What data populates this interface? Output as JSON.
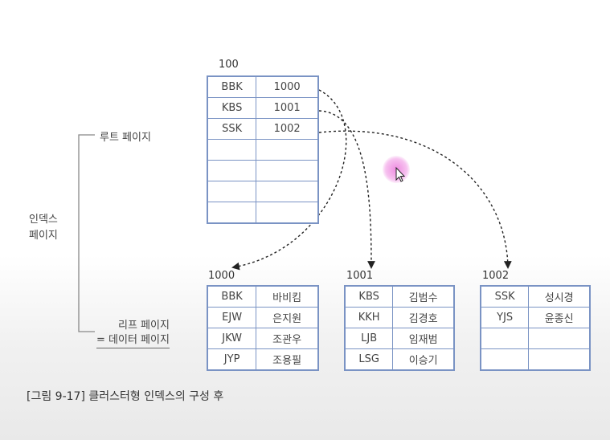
{
  "labels": {
    "root_page": "루트 페이지",
    "index_page": "인덱스\n페이지",
    "leaf_page_line1": "리프 페이지",
    "leaf_page_line2": "= 데이터 페이지",
    "caption": "[그림 9-17] 클러스터형 인덱스의 구성 후"
  },
  "root": {
    "id": "100",
    "rows": [
      [
        "BBK",
        "1000"
      ],
      [
        "KBS",
        "1001"
      ],
      [
        "SSK",
        "1002"
      ],
      [
        "",
        ""
      ],
      [
        "",
        ""
      ],
      [
        "",
        ""
      ],
      [
        "",
        ""
      ]
    ]
  },
  "leaves": [
    {
      "id": "1000",
      "rows": [
        [
          "BBK",
          "바비킴"
        ],
        [
          "EJW",
          "은지원"
        ],
        [
          "JKW",
          "조관우"
        ],
        [
          "JYP",
          "조용필"
        ]
      ]
    },
    {
      "id": "1001",
      "rows": [
        [
          "KBS",
          "김범수"
        ],
        [
          "KKH",
          "김경호"
        ],
        [
          "LJB",
          "임재범"
        ],
        [
          "LSG",
          "이승기"
        ]
      ]
    },
    {
      "id": "1002",
      "rows": [
        [
          "SSK",
          "성시경"
        ],
        [
          "YJS",
          "윤종신"
        ],
        [
          "",
          ""
        ],
        [
          "",
          ""
        ]
      ]
    }
  ],
  "colors": {
    "table_border": "#7a93c4",
    "arrow": "#222222",
    "bracket": "#888888"
  },
  "icons": {
    "cursor": "mouse-pointer-icon"
  }
}
